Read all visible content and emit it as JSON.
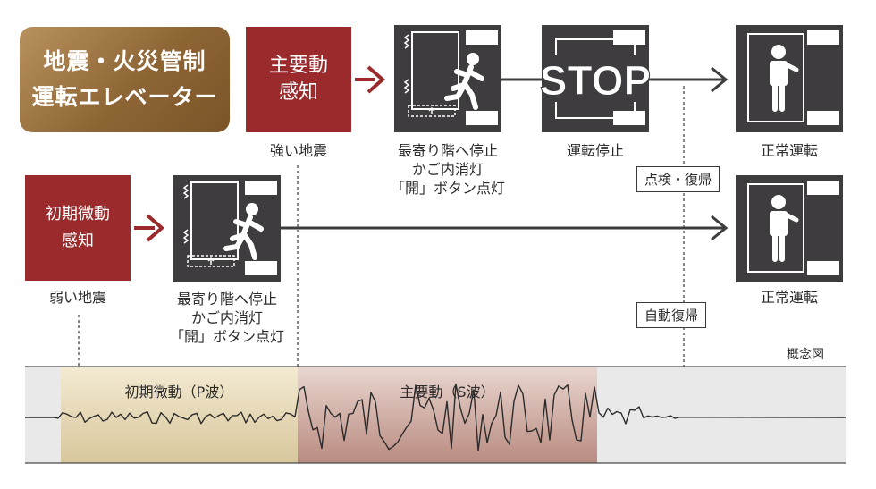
{
  "title": {
    "line1": "地震・火災管制",
    "line2": "運転エレベーター"
  },
  "major": {
    "box_line1": "主要動",
    "box_line2": "感知",
    "caption": "強い地震"
  },
  "initial": {
    "box_line1": "初期微動",
    "box_line2": "感知",
    "caption": "弱い地震"
  },
  "step_stop_nearest": {
    "line1": "最寄り階へ停止",
    "line2": "かご内消灯",
    "line3": "「開」ボタン点灯"
  },
  "step_stop_nearest_2": {
    "line1": "最寄り階へ停止",
    "line2": "かご内消灯",
    "line3": "「開」ボタン点灯"
  },
  "stop_sign": {
    "text": "STOP",
    "caption": "運転停止"
  },
  "normal_top": {
    "caption": "正常運転"
  },
  "normal_bottom": {
    "caption": "正常運転"
  },
  "tags": {
    "inspection": "点検・復帰",
    "auto": "自動復帰"
  },
  "concept_label": "概念図",
  "wave": {
    "p_wave": "初期微動（P波）",
    "s_wave": "主要動（S波）"
  },
  "colors": {
    "red": "#9a2a2b",
    "panel": "#3f3c40",
    "arrow": "#3f3c40",
    "gold": "#b08650"
  }
}
